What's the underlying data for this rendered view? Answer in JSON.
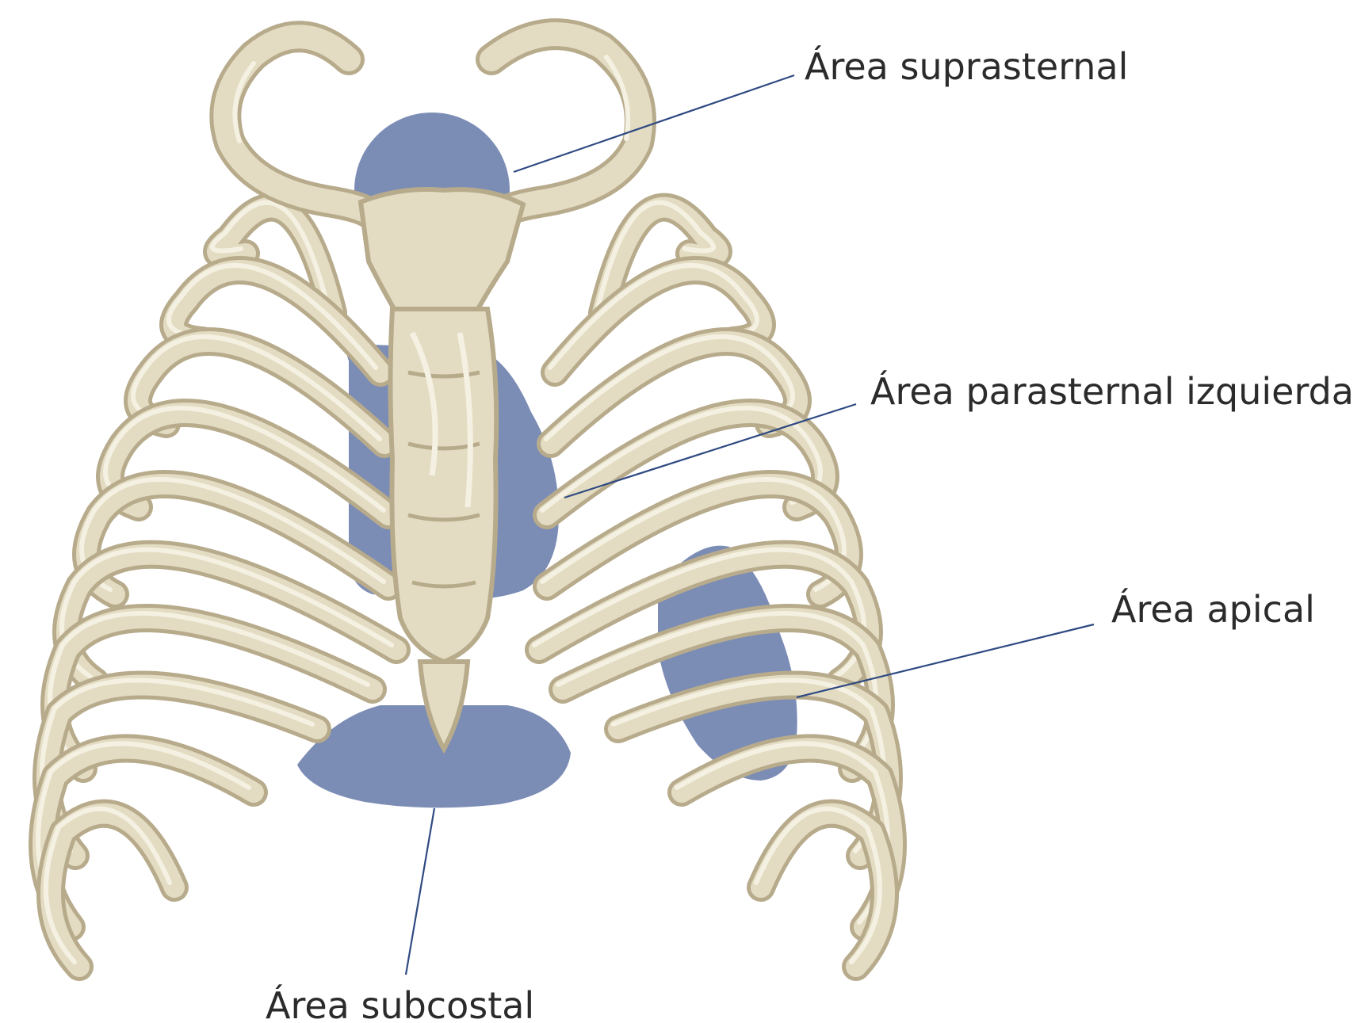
{
  "labels": {
    "suprasternal": "Área suprasternal",
    "parasternal": "Área parasternal izquierda",
    "apical": "Área apical",
    "subcostal": "Área subcostal"
  },
  "colors": {
    "area_fill": "#7b8cb5",
    "bone_fill": "#e3dcc2",
    "bone_outline": "#b7ab8c",
    "leader_line": "#2f4a82",
    "text": "#2b2b2b"
  }
}
